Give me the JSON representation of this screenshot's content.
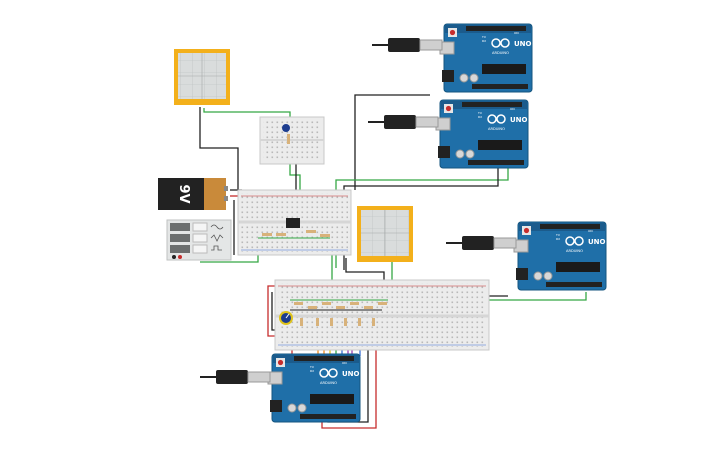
{
  "canvas": {
    "background": "#ffffff"
  },
  "battery": {
    "label": "9V",
    "colors": {
      "body": "#222222",
      "cap": "#c98a3a"
    }
  },
  "arduinos": [
    {
      "id": "arduino-1",
      "model": "UNO",
      "brand": "ARDUINO",
      "tx_label": "TX",
      "rx_label": "RX",
      "on_label": "ON"
    },
    {
      "id": "arduino-2",
      "model": "UNO",
      "brand": "ARDUINO",
      "tx_label": "TX",
      "rx_label": "RX",
      "on_label": "ON"
    },
    {
      "id": "arduino-3",
      "model": "UNO",
      "brand": "ARDUINO",
      "tx_label": "TX",
      "rx_label": "RX",
      "on_label": "ON"
    },
    {
      "id": "arduino-4",
      "model": "UNO",
      "brand": "ARDUINO",
      "tx_label": "TX",
      "rx_label": "RX",
      "on_label": "ON"
    }
  ],
  "colors": {
    "arduino_board": "#1f6fa8",
    "arduino_edge": "#15557f",
    "breadboard": "#ececec",
    "breadboard_edge": "#c8c8c8",
    "oscilloscope_frame": "#f3b01b",
    "oscilloscope_screen": "#d9dcdc",
    "wire_green": "#35a845",
    "wire_black": "#222222",
    "wire_red": "#c62d2d",
    "wire_orange": "#f08a1c",
    "wire_blue": "#3b6fd6",
    "wire_purple": "#9b3fb5",
    "wire_yellow": "#e0c31a",
    "resistor": "#d8b27a",
    "pot_knob": "#1d3d8f"
  },
  "icons": [
    "usb-cable-icon",
    "potentiometer-icon",
    "function-generator-icon",
    "oscilloscope-icon",
    "battery-icon",
    "ic-chip-icon"
  ]
}
